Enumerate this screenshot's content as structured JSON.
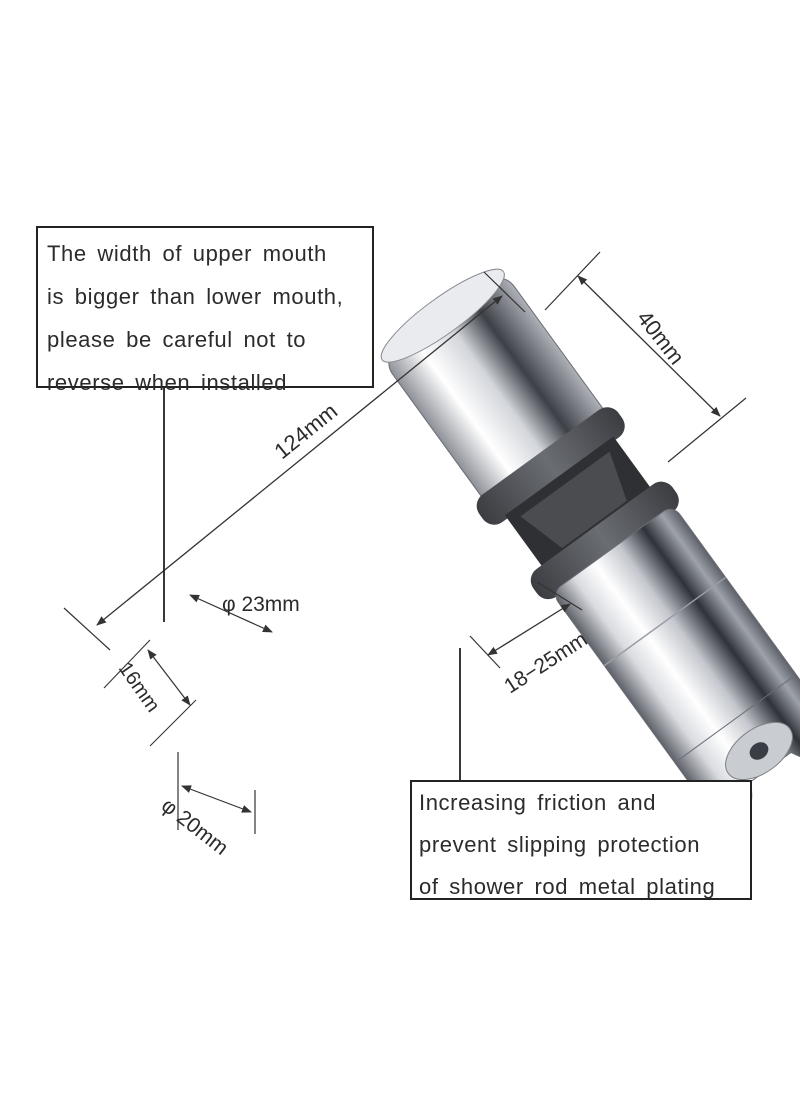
{
  "notes": {
    "top": {
      "lines": [
        "The width of upper mouth",
        "is bigger than lower mouth,",
        "please be careful not to",
        "reverse when installed"
      ]
    },
    "bottom": {
      "lines": [
        "Increasing friction and",
        "prevent slipping protection",
        "of shower rod metal plating"
      ]
    }
  },
  "dimensions": {
    "length": "124mm",
    "top_diameter": "40mm",
    "upper_mouth": "φ 23mm",
    "rod_range": "18−25mm",
    "slot_width": "16mm",
    "lower_mouth": "φ 20mm"
  },
  "colors": {
    "chrome_light": "#f4f5f7",
    "chrome_mid": "#b9bcc2",
    "chrome_dark": "#3a3d44",
    "rubber": "#55585d",
    "inner_plastic": "#2f3033",
    "line": "#333333"
  }
}
